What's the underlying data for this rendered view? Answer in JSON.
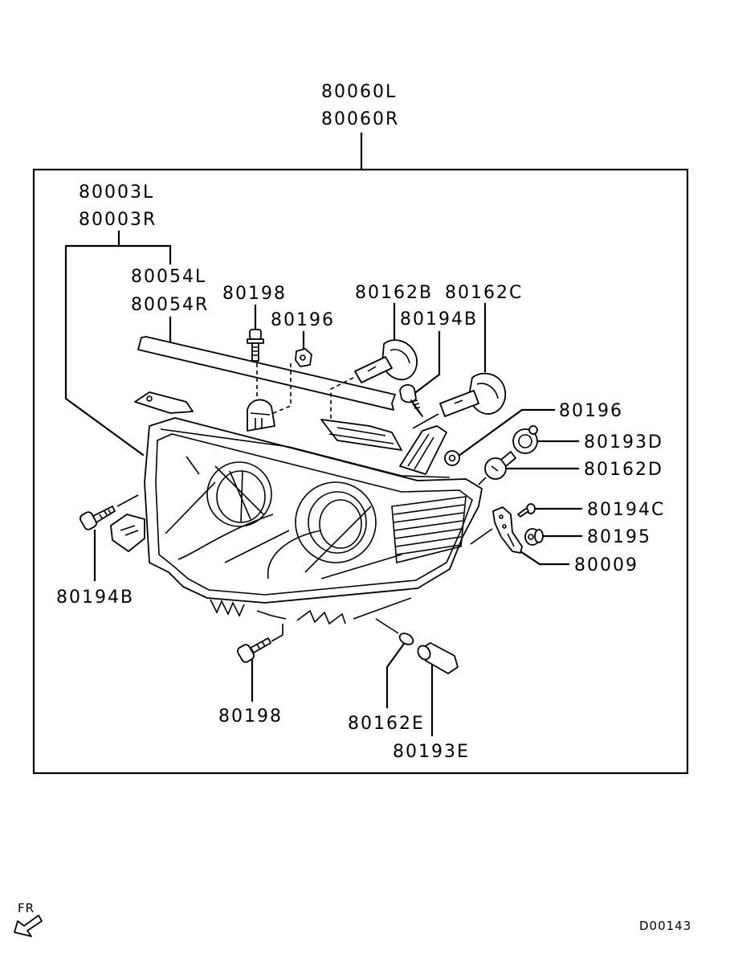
{
  "diagram": {
    "assembly_labels": [
      "80060L",
      "80060R"
    ],
    "housing_labels": [
      "80003L",
      "80003R"
    ],
    "trim_labels": [
      "80054L",
      "80054R"
    ],
    "callouts": {
      "bolt_top": "80198",
      "nut_top": "80196",
      "bulb_low": "80162B",
      "bulb_high": "80162C",
      "screw_top": "80194B",
      "nut_right": "80196",
      "socket_d": "80193D",
      "bulb_d": "80162D",
      "screw_c": "80194C",
      "grommet": "80195",
      "bracket": "80009",
      "screw_left": "80194B",
      "bolt_bottom": "80198",
      "bulb_e": "80162E",
      "socket_e": "80193E"
    },
    "direction_label": "FR",
    "diagram_code": "D00143"
  }
}
